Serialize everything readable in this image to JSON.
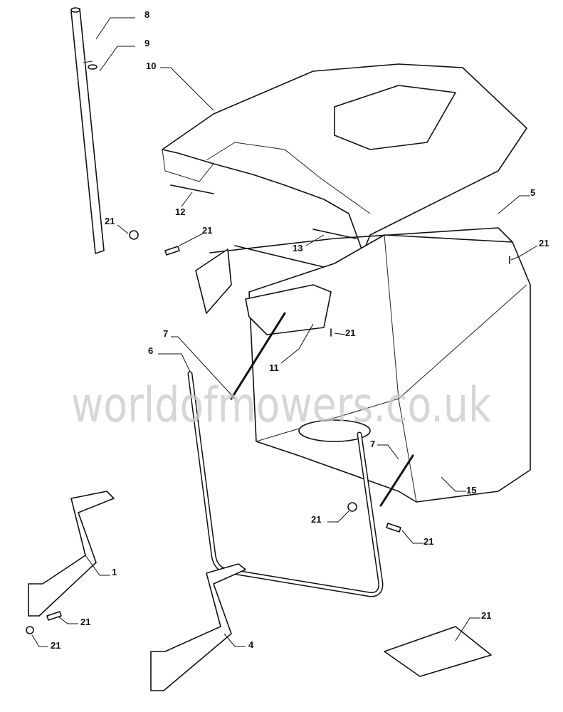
{
  "diagram": {
    "watermark": "worldofmowers.co.uk",
    "callouts": {
      "c8": "8",
      "c9": "9",
      "c10": "10",
      "c12": "12",
      "c13": "13",
      "c5": "5",
      "c21a": "21",
      "c21b": "21",
      "c21c": "21",
      "c21d": "21",
      "c11": "11",
      "c7a": "7",
      "c6": "6",
      "c7b": "7",
      "c15": "15",
      "c21e": "21",
      "c21f": "21",
      "c1": "1",
      "c21g": "21",
      "c21h": "21",
      "c4": "4",
      "c21i": "21"
    }
  }
}
